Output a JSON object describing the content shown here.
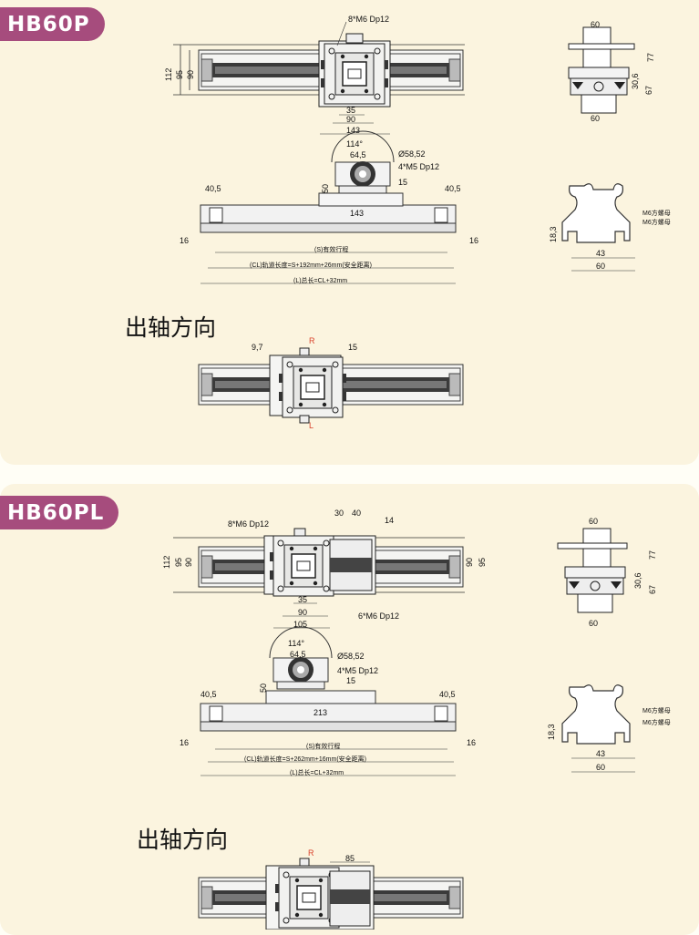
{
  "sections": [
    {
      "model": "HB60P",
      "heading": "出轴方向",
      "top_view": {
        "d_height_outer": "112",
        "d_height_mid": "95",
        "d_height_inner": "90",
        "hole_callout": "8*M6 Dp12",
        "d_35": "35",
        "d_90": "90",
        "d_143": "143"
      },
      "side_view": {
        "angle": "114°",
        "width_64": "64,5",
        "dia": "Ø58,52",
        "screw": "4*M5 Dp12",
        "d_50": "50",
        "d_15": "15",
        "end_left": "40,5",
        "end_right": "40,5",
        "carriage": "143",
        "end_16_left": "16",
        "end_16_right": "16",
        "stroke": "(S)有效行程",
        "rail_length": "(CL)轨道长度=S+192mm+26mm(安全距离)",
        "total": "(L)总长=CL+32mm"
      },
      "end_view": {
        "top": "60",
        "h77": "77",
        "h30": "30,6",
        "h67": "67",
        "bottom": "60"
      },
      "profile": {
        "h": "18,3",
        "w43": "43",
        "w60": "60",
        "nut1": "M6方螺母",
        "nut2": "M6方螺母"
      },
      "shaft_view": {
        "left": "9,7",
        "right": "15",
        "r": "R",
        "l": "L"
      }
    },
    {
      "model": "HB60PL",
      "heading": "出轴方向",
      "top_view": {
        "d_height_outer": "112",
        "d_height_mid": "95",
        "d_height_inner": "90",
        "hole_callout": "8*M6 Dp12",
        "d_30": "30",
        "d_40": "40",
        "d_14": "14",
        "d_35": "35",
        "d_90": "90",
        "d_105": "105",
        "hole_callout2": "6*M6 Dp12",
        "right_90": "90",
        "right_95": "95"
      },
      "side_view": {
        "angle": "114°",
        "width_64": "64,5",
        "dia": "Ø58,52",
        "screw": "4*M5 Dp12",
        "d_50": "50",
        "d_15": "15",
        "end_left": "40,5",
        "end_right": "40,5",
        "carriage": "213",
        "end_16_left": "16",
        "end_16_right": "16",
        "stroke": "(S)有效行程",
        "rail_length": "(CL)轨道长度=S+262mm+16mm(安全距离)",
        "total": "(L)总长=CL+32mm"
      },
      "end_view": {
        "top": "60",
        "h77": "77",
        "h30": "30,6",
        "h67": "67",
        "bottom": "60"
      },
      "profile": {
        "h": "18,3",
        "w43": "43",
        "w60": "60",
        "nut1": "M6方螺母",
        "nut2": "M6方螺母"
      },
      "shaft_view": {
        "r": "R",
        "d_85": "85"
      }
    }
  ],
  "colors": {
    "panel": "#fbf4df",
    "badge": "#a64c7d",
    "line": "#333333",
    "accent": "#d9412b"
  }
}
